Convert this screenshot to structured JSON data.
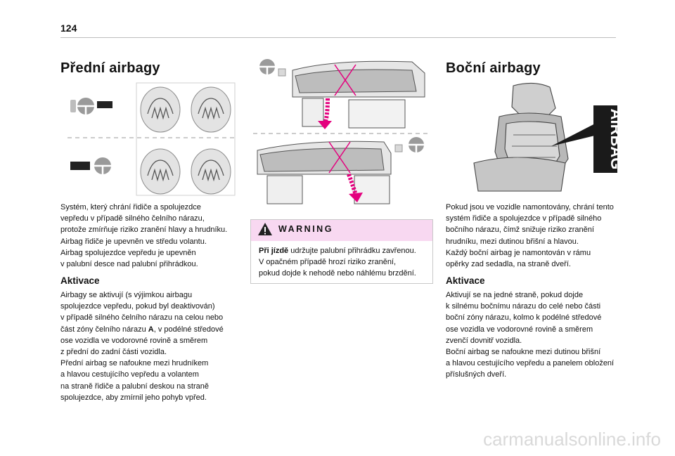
{
  "page": {
    "number": "124"
  },
  "left": {
    "title": "Přední airbagy",
    "intro": "Systém, který chrání řidiče a spolujezdce\nvepředu v případě silného čelního nárazu,\nprotože zmírňuje riziko zranění hlavy a hrudníku.\nAirbag řidiče je upevněn ve středu volantu.\nAirbag spolujezdce vepředu je upevněn\nv palubní desce nad palubní přihrádkou.",
    "subtitle": "Aktivace",
    "activation_pre": "Airbagy se aktivují (s výjimkou airbagu\nspolujezdce vepředu, pokud byl deaktivován)\nv případě silného čelního nárazu na celou nebo\nčást zóny čelního nárazu ",
    "activation_bold": "A",
    "activation_post": ", v podélné středové\nose vozidla ve vodorovné rovině a směrem\nz přední do zadní části vozidla.\nPřední airbag se nafoukne mezi hrudníkem\na hlavou cestujícího vepředu a volantem\nna straně řidiče a palubní deskou na straně\nspolujezdce, aby zmírnil jeho pohyb vpřed."
  },
  "middle": {
    "warning_title": "WARNING",
    "warning_bold": "Při jízdě",
    "warning_text": " udržujte palubní přihrádku zavřenou.\nV opačném případě hrozí riziko zranění,\npokud dojde k nehodě nebo náhlému brzdění."
  },
  "right": {
    "title": "Boční airbagy",
    "airbag_label": "AIRBAG",
    "intro": "Pokud jsou ve vozidle namontovány, chrání tento\nsystém řidiče a spolujezdce v případě silného\nbočního nárazu, čímž snižuje riziko zranění\nhrudníku, mezi dutinou břišní a hlavou.\nKaždý boční airbag je namontován v rámu\nopěrky zad sedadla, na straně dveří.",
    "subtitle": "Aktivace",
    "activation": "Aktivují se na jedné straně, pokud dojde\nk silnému bočnímu nárazu do celé nebo části\nboční zóny nárazu, kolmo k podélné středové\nose vozidla ve vodorovné rovině a směrem\nzvenčí dovnitř vozidla.\nBoční airbag se nafoukne mezi dutinou břišní\na hlavou cestujícího vepředu a panelem obložení\npříslušných dveří."
  },
  "footer": {
    "watermark": "carmanualsonline.info"
  },
  "colors": {
    "warning_bg": "#f8d8f1",
    "cross": "#e4007e",
    "airbag_tag": "#1a1a1a"
  }
}
